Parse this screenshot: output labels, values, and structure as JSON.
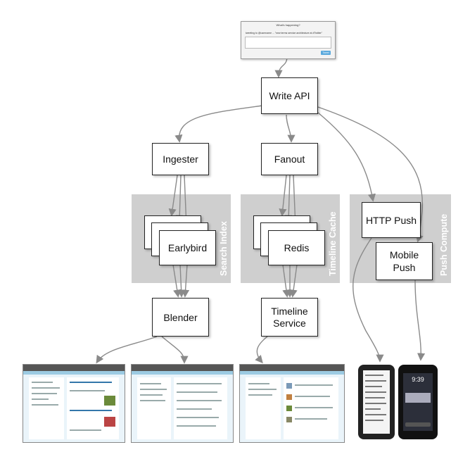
{
  "tweet_box": {
    "title": "What's happening?",
    "text": "tweeting to @username ... \"new terms service architecture at #Twitter\"",
    "button": "Tweet"
  },
  "nodes": {
    "write_api": "Write API",
    "ingester": "Ingester",
    "fanout": "Fanout",
    "earlybird": "Earlybird",
    "redis": "Redis",
    "http_push": "HTTP Push",
    "mobile_push": "Mobile Push",
    "blender": "Blender",
    "timeline_service": "Timeline Service"
  },
  "bands": {
    "search_index": "Search Index",
    "timeline_cache": "Timeline Cache",
    "push_compute": "Push Compute"
  },
  "phone": {
    "clock": "9:39"
  },
  "colors": {
    "band": "#cfcfcf",
    "arrow": "#8a8a8a",
    "node_border": "#222222"
  }
}
